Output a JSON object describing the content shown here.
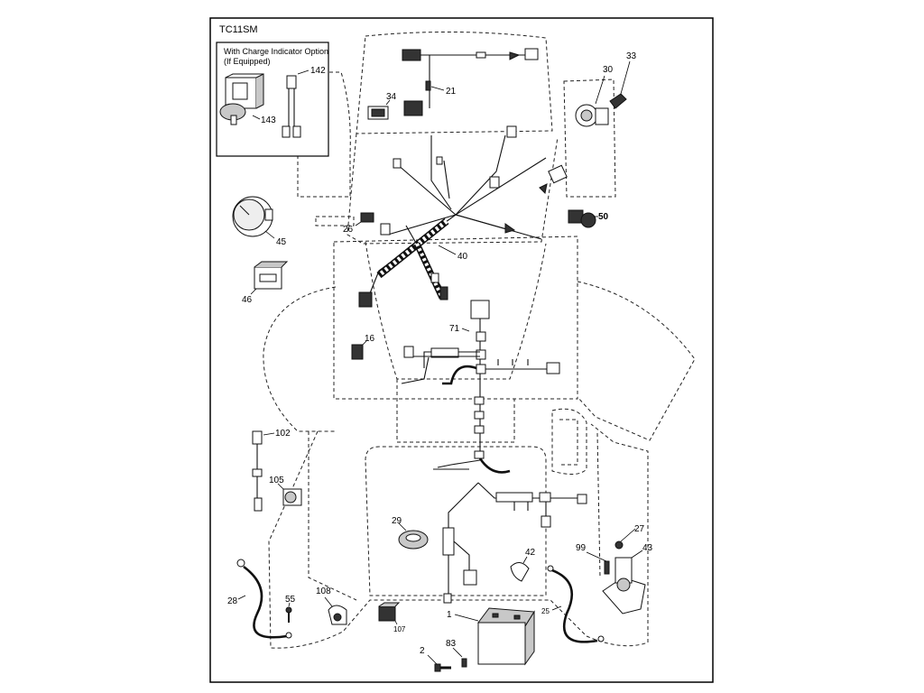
{
  "diagram": {
    "code": "TC11SM",
    "inset": {
      "title_line1": "With Charge Indicator Option",
      "title_line2": "(If Equipped)"
    },
    "callouts": {
      "c142": "142",
      "c143": "143",
      "c34": "34",
      "c21": "21",
      "c30": "30",
      "c33": "33",
      "c50": "50",
      "c45": "45",
      "c26": "26",
      "c40": "40",
      "c46": "46",
      "c16": "16",
      "c71": "71",
      "c102": "102",
      "c105": "105",
      "c29": "29",
      "c42": "42",
      "c27": "27",
      "c99": "99",
      "c43": "43",
      "c28": "28",
      "c55": "55",
      "c108": "108",
      "c107": "107",
      "c25": "25",
      "c1": "1",
      "c2": "2",
      "c83": "83"
    }
  }
}
